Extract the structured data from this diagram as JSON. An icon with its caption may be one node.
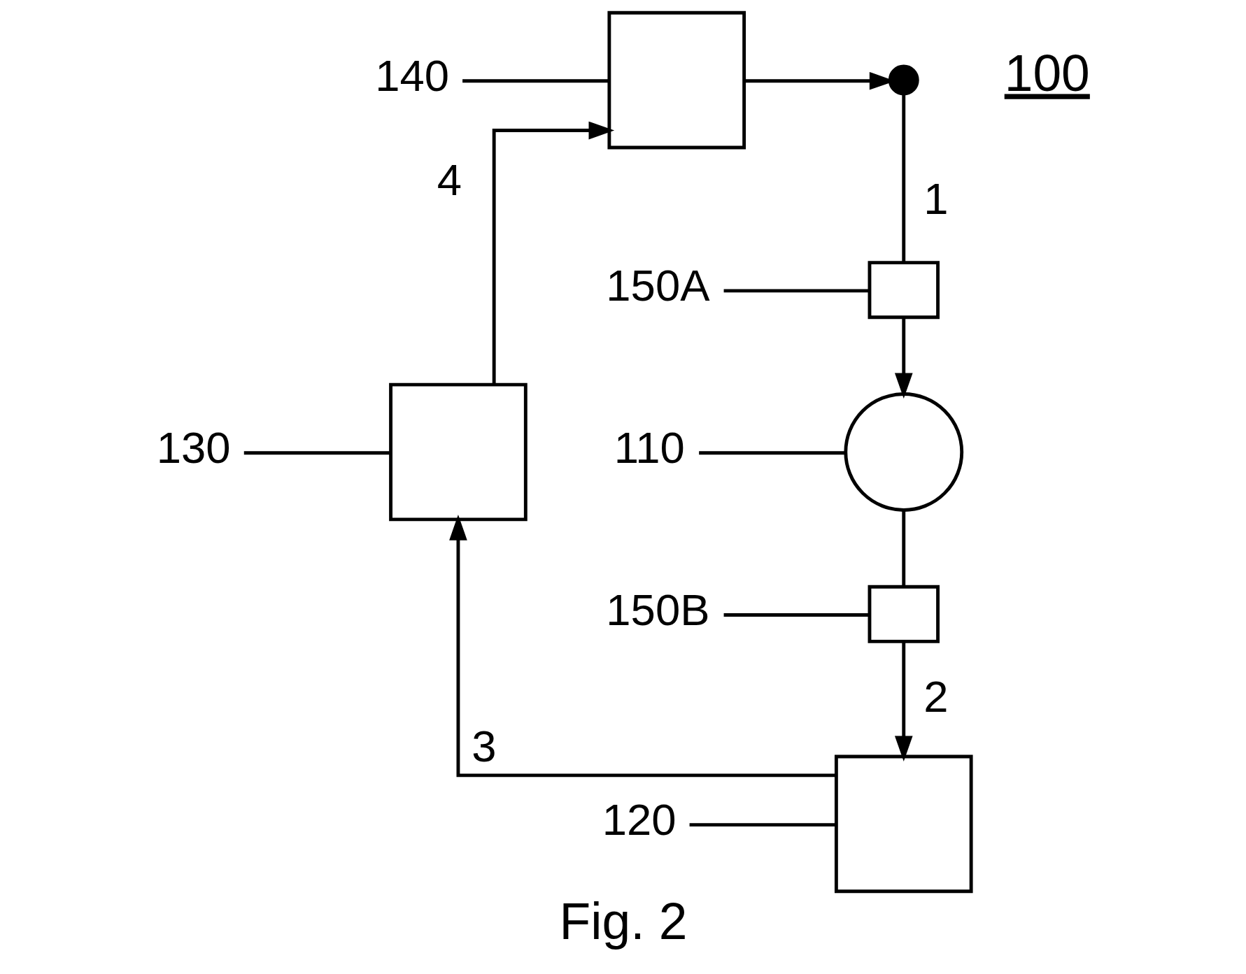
{
  "diagram": {
    "caption": "Fig. 2",
    "nodes": [
      {
        "text": [],
        "shape": "dot"
      },
      {
        "text": [
          "140"
        ]
      },
      {
        "text": [],
        "shape": "box"
      },
      {
        "text": [
          "150A"
        ]
      },
      {
        "text": [],
        "shape": "box"
      },
      {
        "text": [
          "110"
        ]
      },
      {
        "text": [],
        "shape": "circle"
      },
      {
        "text": [
          "130"
        ]
      },
      {
        "text": [],
        "shape": "box"
      },
      {
        "text": [
          "150B"
        ]
      },
      {
        "text": [],
        "shape": "box"
      },
      {
        "text": [
          "120"
        ]
      },
      {
        "text": [],
        "shape": "box"
      }
    ],
    "edges": [
      {
        "from": 2,
        "to": 0,
        "arrow": "to"
      },
      {
        "from": 0,
        "to": 4,
        "arrow": "none",
        "label": "1"
      },
      {
        "from": 4,
        "to": 6,
        "arrow": "to"
      },
      {
        "from": 6,
        "to": 10,
        "arrow": "none"
      },
      {
        "from": 10,
        "to": 12,
        "arrow": "to",
        "label": "2"
      },
      {
        "from": 12,
        "to": 8,
        "arrow": "to",
        "label": "3"
      },
      {
        "from": 8,
        "to": 2,
        "arrow": "to",
        "label": "4"
      },
      {
        "from": 1,
        "to": 2,
        "arrow": "none"
      },
      {
        "from": 7,
        "to": 8,
        "arrow": "none"
      },
      {
        "from": 3,
        "to": 4,
        "arrow": "none"
      },
      {
        "from": 5,
        "to": 6,
        "arrow": "none"
      },
      {
        "from": 11,
        "to": 12,
        "arrow": "none"
      },
      {
        "from": 9,
        "to": 10,
        "arrow": "none"
      }
    ],
    "labels": [
      "100"
    ]
  }
}
